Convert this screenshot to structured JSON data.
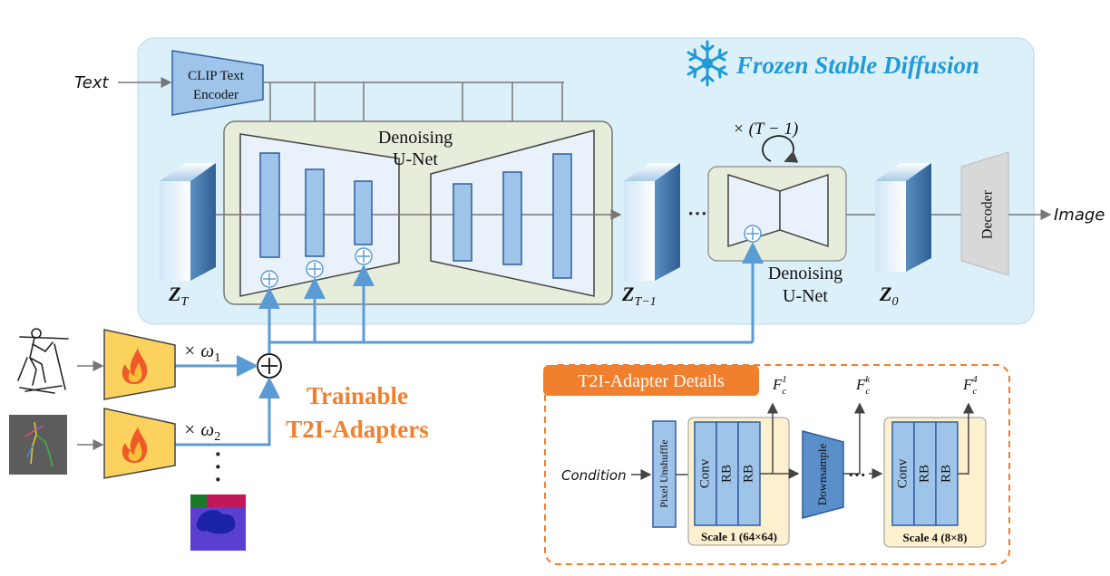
{
  "inputs": {
    "text": "Text",
    "image": "Image",
    "condition": "Condition"
  },
  "frozen": {
    "title": "Frozen Stable Diffusion",
    "clip_line1": "CLIP Text",
    "clip_line2": "Encoder"
  },
  "unet": {
    "label_line1": "Denoising",
    "label_line2": "U-Net",
    "repeat": "× (T − 1)"
  },
  "latents": {
    "zt_main": "Z",
    "zt_sub": "T",
    "zt1_sub": "T−1",
    "z0_sub": "0"
  },
  "decoder": "Decoder",
  "ellipsis": "···",
  "weights": {
    "w1": "× ω",
    "w1_sub": "1",
    "w2": "× ω",
    "w2_sub": "2"
  },
  "trainable": {
    "line1": "Trainable",
    "line2": "T2I-Adapters"
  },
  "details": {
    "title": "T2I-Adapter Details",
    "pixel_unshuffle": "Pixel Unshuffle",
    "conv": "Conv",
    "rb": "RB",
    "downsample": "Downsample",
    "scale1": "Scale 1 (64×64)",
    "scale4": "Scale 4 (8×8)",
    "fc": "F",
    "fc_sub": "c",
    "fc1_sup": "1",
    "fck_sup": "k",
    "fc4_sup": "4",
    "dots": "···"
  },
  "colors": {
    "frozen_bg": "#dcf0fa",
    "frozen_title": "#1f9bd8",
    "adapter_orange": "#f07f2e",
    "block_fill": "#9fc4ea",
    "block_stroke": "#2e5f9c",
    "arrow_blue": "#5b9bd5",
    "adapter_yellow": "#fbd25d"
  }
}
